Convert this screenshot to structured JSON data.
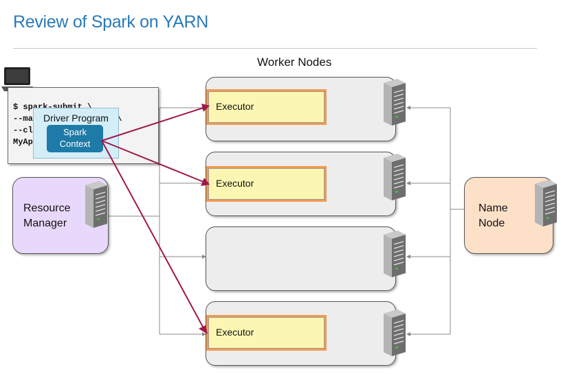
{
  "title": "Review of Spark on YARN",
  "worker_nodes_label": "Worker Nodes",
  "terminal": {
    "lines": [
      "$ spark-submit \\",
      "--master yarn-client \\",
      "--class MyApp \\",
      "MyApp.jar"
    ]
  },
  "driver": {
    "label": "Driver Program",
    "context_line1": "Spark",
    "context_line2": "Context"
  },
  "resource_manager": {
    "line1": "Resource",
    "line2": "Manager"
  },
  "name_node": {
    "line1": "Name",
    "line2": "Node"
  },
  "executor_label": "Executor",
  "colors": {
    "title": "#2a7ab8",
    "arrow": "#a0174a",
    "executor_fill": "#fbf7b3",
    "executor_border": "#f29a50",
    "resource_manager_fill": "#e8d8fb",
    "name_node_fill": "#fde0c8",
    "driver_fill": "#d4eef8",
    "spark_context_fill": "#1e7aa6"
  }
}
